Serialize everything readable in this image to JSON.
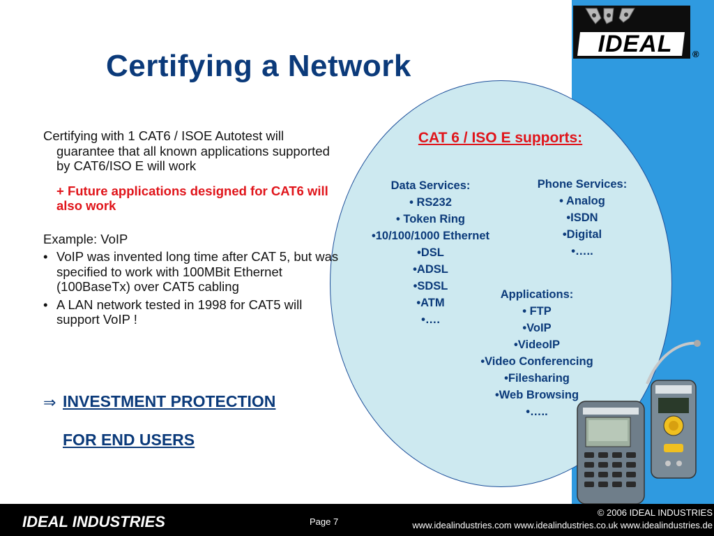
{
  "logo": {
    "text": "IDEAL",
    "registered": "®"
  },
  "title": "Certifying a Network",
  "left": {
    "para1": "Certifying with 1 CAT6 / ISOE Autotest will guarantee that all known applications supported by CAT6/ISO E will work",
    "red_line": "+ Future applications designed for CAT6 will also work",
    "example": "Example: VoIP",
    "bullets": [
      "VoIP was invented long time after CAT 5, but was specified to work with 100MBit Ethernet (100BaseTx) over CAT5 cabling",
      "A LAN network tested in 1998 for CAT5 will support VoIP !"
    ],
    "bullet_glyph": "•",
    "arrow": "⇒",
    "investment_line1": "INVESTMENT PROTECTION",
    "investment_line2": "FOR END USERS"
  },
  "circle": {
    "header": "CAT 6 / ISO E supports:",
    "data_services": {
      "heading": "Data Services:",
      "items": [
        "• RS232",
        "• Token Ring",
        "•10/100/1000 Ethernet",
        "•DSL",
        "•ADSL",
        "•SDSL",
        "•ATM",
        "•…."
      ]
    },
    "phone_services": {
      "heading": "Phone Services:",
      "items": [
        "• Analog",
        "•ISDN",
        "•Digital",
        "•….."
      ]
    },
    "applications": {
      "heading": "Applications:",
      "items": [
        "• FTP",
        "•VoIP",
        "•VideoIP",
        "•Video Conferencing",
        "•Filesharing",
        "•Web Browsing",
        "•….."
      ]
    }
  },
  "footer": {
    "brand": "IDEAL INDUSTRIES",
    "page": "Page 7",
    "copyright": "© 2006 IDEAL INDUSTRIES",
    "urls": "www.idealindustries.com www.idealindustries.co.uk www.idealindustries.de"
  },
  "colors": {
    "title": "#0b3a7a",
    "accent_red": "#e0141a",
    "strip_blue": "#2f9ae0",
    "circle_fill": "#cde9f0",
    "footer_bg": "#000000"
  }
}
